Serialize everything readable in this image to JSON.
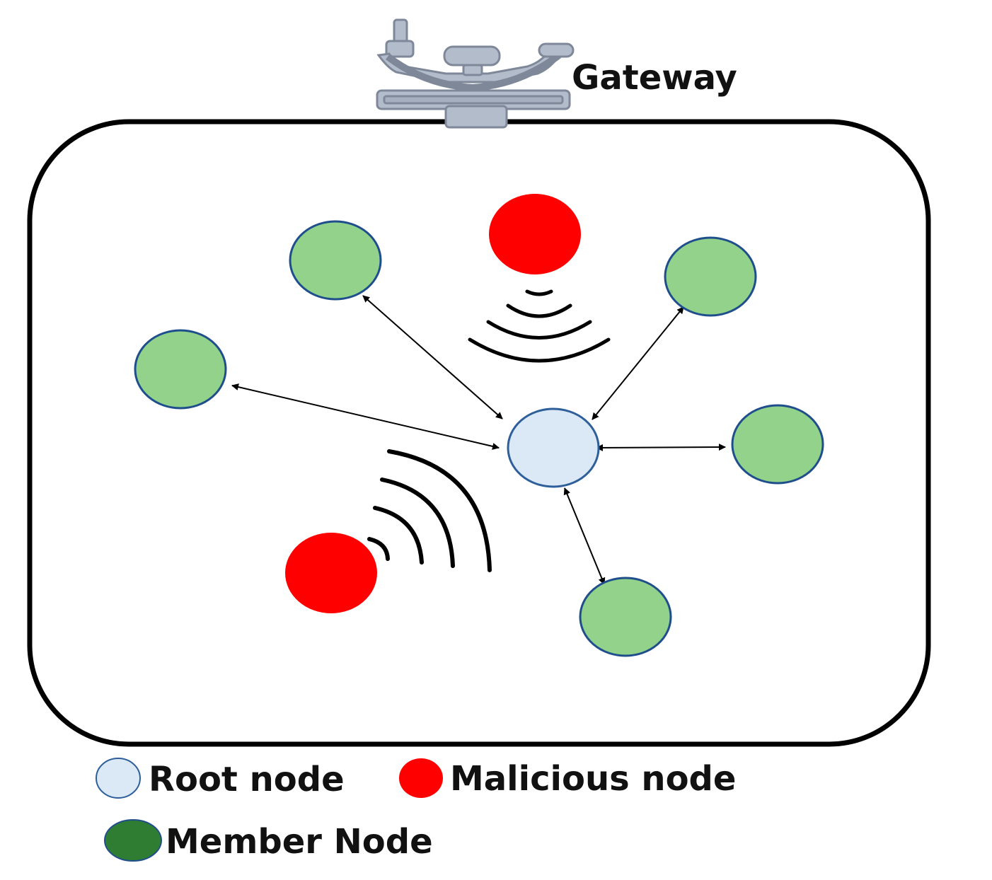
{
  "gateway": {
    "label": "Gateway",
    "icon": "satellite-dish-icon",
    "color": "#b3bccb"
  },
  "nodes": {
    "root": {
      "label": "Root node",
      "fill": "#dbe9f6",
      "stroke": "#2e5f9a"
    },
    "member": {
      "fill": "#92d28b",
      "stroke": "#1f4e8c"
    },
    "malicious": {
      "fill": "#ff0000"
    }
  },
  "legend": {
    "root_label": "Root node",
    "malicious_label": "Malicious node",
    "member_label": "Member Node",
    "root_color": "#dbe9f6",
    "malicious_color": "#ff0000",
    "member_color": "#2f7d32"
  },
  "colors": {
    "boundary": "#000000",
    "link": "#000000",
    "signal": "#000000"
  }
}
